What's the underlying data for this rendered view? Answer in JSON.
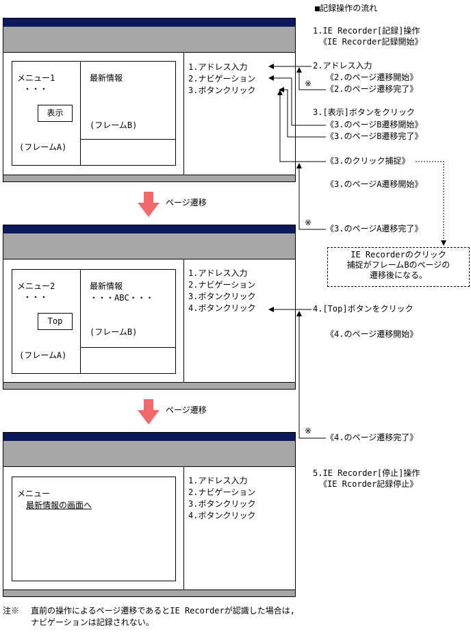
{
  "flow": {
    "heading": "■記録操作の流れ",
    "step1": "1.IE Recorder[記録]操作",
    "step1_sub": "《IE Recorder記録開始》",
    "step2": "2.アドレス入力",
    "step2_sub1": "《2.のページ遷移開始》",
    "step2_sub2": "《2.のページ遷移完了》",
    "step3": "3.[表示]ボタンをクリック",
    "step3_sub1": "《3.のページB遷移開始》",
    "step3_sub2": "《3.のページB遷移完了》",
    "step3_capture": "《3.のクリック捕捉》",
    "step3_sub3": "《3.のページA遷移開始》",
    "step3_sub4": "《3.のページA遷移完了》",
    "step4": "4.[Top]ボタンをクリック",
    "step4_sub1": "《4.のページ遷移開始》",
    "step4_sub2": "《4.のページ遷移完了》",
    "step5": "5.IE Recorder[停止]操作",
    "step5_sub": "《IE Rcorder記録停止》",
    "mark": "※"
  },
  "note_box": [
    "IE Recorderのクリック",
    "捕捉がフレームBのページの",
    "遷移後になる。"
  ],
  "transition_label": "ページ遷移",
  "window1": {
    "menu": "メニュー1",
    "dots": "・・・",
    "button": "表示",
    "frame_a": "(フレームA)",
    "latest": "最新情報",
    "frame_b": "(フレームB)",
    "items": [
      "1.アドレス入力",
      "2.ナビゲーション",
      "3.ボタンクリック"
    ]
  },
  "window2": {
    "menu": "メニュー2",
    "dots": "・・・",
    "button": "Top",
    "frame_a": "(フレームA)",
    "latest": "最新情報",
    "latest_sub": "・・・ABC・・・",
    "frame_b": "(フレームB)",
    "items": [
      "1.アドレス入力",
      "2.ナビゲーション",
      "3.ボタンクリック",
      "4.ボタンクリック"
    ]
  },
  "window3": {
    "menu": "メニュー",
    "link": "最新情報の画面へ",
    "items": [
      "1.アドレス入力",
      "2.ナビゲーション",
      "3.ボタンクリック",
      "4.ボタンクリック"
    ]
  },
  "footnote": {
    "mark": "注※",
    "line1": "直前の操作によるページ遷移であるとIE Recorderが認識した場合は,",
    "line2": "ナビゲーションは記録されない。"
  }
}
